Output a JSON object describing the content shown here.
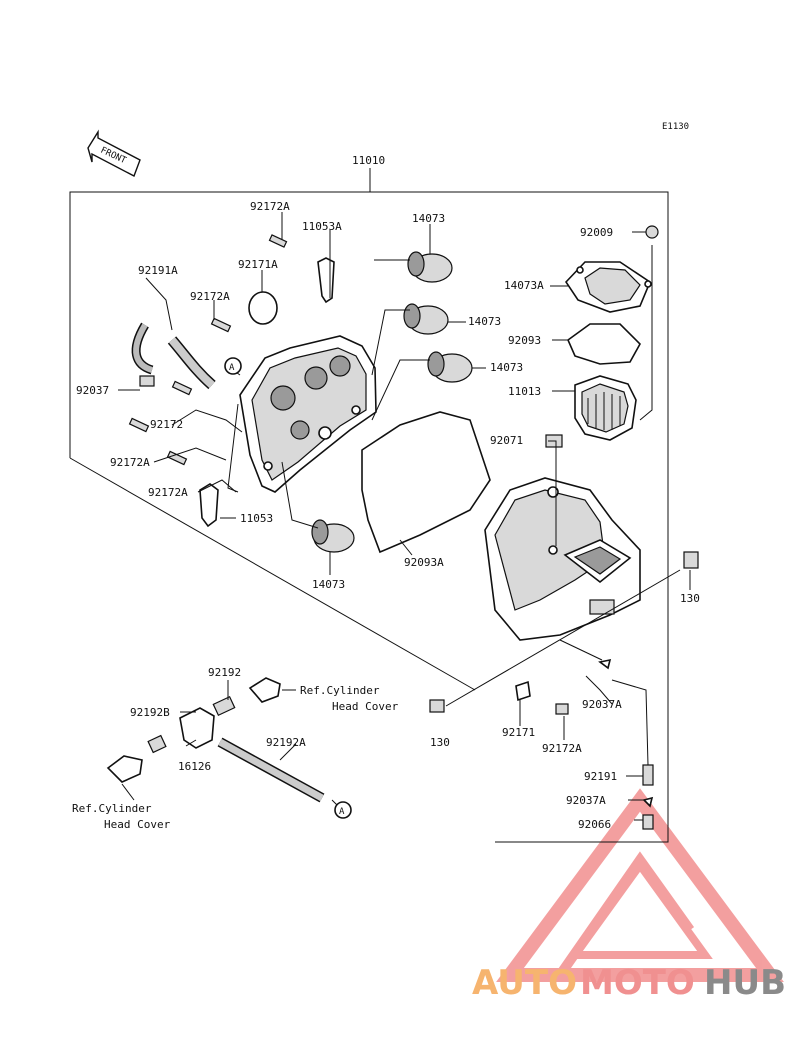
{
  "diagram_code": "E1130",
  "front_label": "FRONT",
  "main_assembly": "11010",
  "callout_symbol": "A",
  "labels": {
    "p92172A_top": "92172A",
    "p11053A": "11053A",
    "p14073_1": "14073",
    "p92009": "92009",
    "p92171A": "92171A",
    "p92191A": "92191A",
    "p92172A_mid": "92172A",
    "p14073A": "14073A",
    "p14073_2": "14073",
    "p92093": "92093",
    "p14073_3": "14073",
    "p11013": "11013",
    "p92037": "92037",
    "p92172": "92172",
    "p92071": "92071",
    "p92172A_l1": "92172A",
    "p92172A_l2": "92172A",
    "p11053": "11053",
    "p14073_4": "14073",
    "p92093A": "92093A",
    "p130_r": "130",
    "p92192": "92192",
    "p92037A_1": "92037A",
    "p92192B": "92192B",
    "p16126": "16126",
    "p92192A": "92192A",
    "p130_b": "130",
    "p92171": "92171",
    "p92172A_b": "92172A",
    "p92191": "92191",
    "p92037A_2": "92037A",
    "p92066": "92066"
  },
  "ref_top": {
    "line1": "Ref.Cylinder",
    "line2": "Head Cover"
  },
  "ref_left": {
    "line1": "Ref.Cylinder",
    "line2": "Head Cover"
  },
  "watermark": {
    "part1": "AUTO",
    "part2": "MOTO",
    "part3": "HUB"
  },
  "colors": {
    "watermark_red": "#f08080",
    "watermark_orange": "#f6b46f",
    "watermark_gray": "#8a8a8a"
  }
}
